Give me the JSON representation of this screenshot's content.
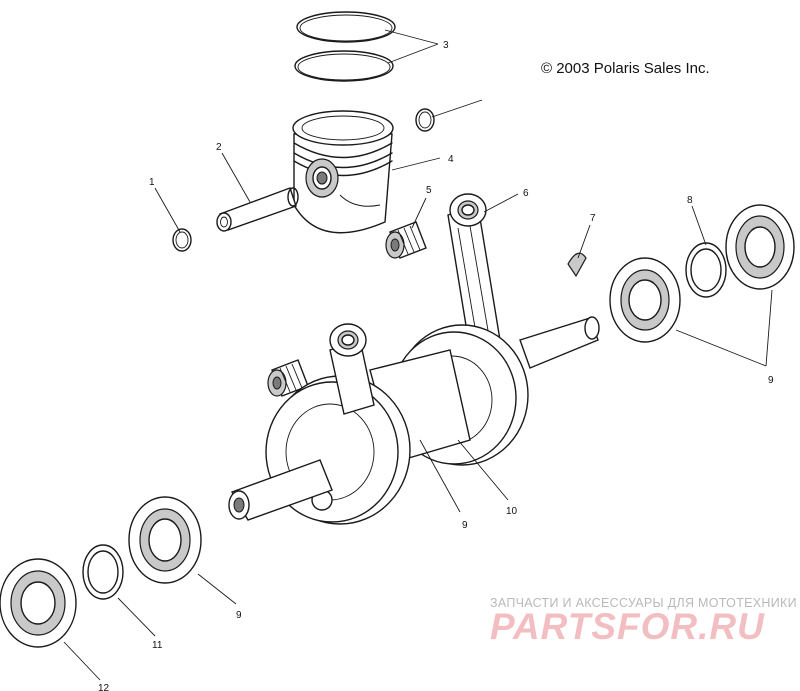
{
  "copyright": "© 2003 Polaris Sales Inc.",
  "watermark": {
    "subtitle": "ЗАПЧАСТИ И АКСЕССУАРЫ ДЛЯ МОТОТЕХНИКИ",
    "logo": "PARTSFOR.RU"
  },
  "callouts": {
    "c1": "1",
    "c2": "2",
    "c3": "3",
    "c4": "4",
    "c5": "5",
    "c6": "6",
    "c7": "7",
    "c8": "8",
    "c9_right": "9",
    "c9_center": "9",
    "c9_lower": "9",
    "c10": "10",
    "c11": "11",
    "c12": "12"
  }
}
